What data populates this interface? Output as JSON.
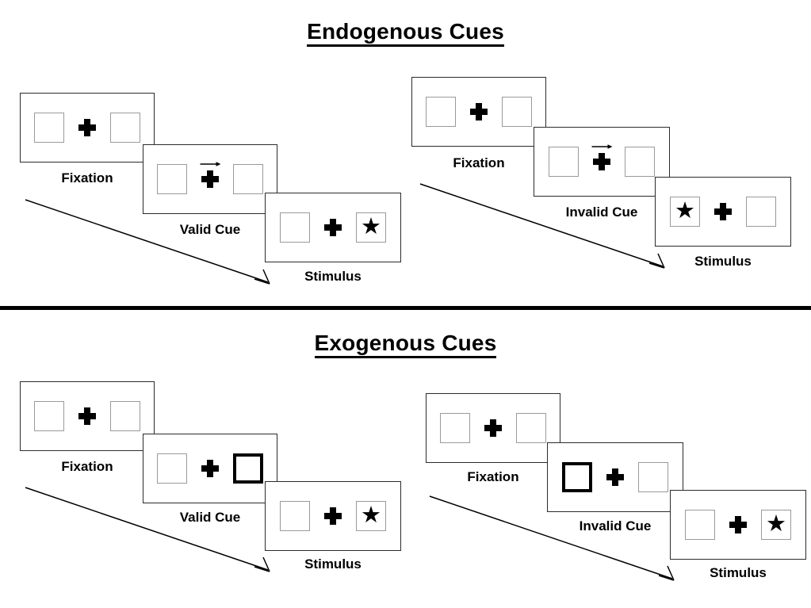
{
  "figure": {
    "kind": "posner-cueing-paradigm-diagram",
    "divider_color": "#000000",
    "box_border_color": "#9a9a9a",
    "flash_border_color": "#000000",
    "panel_border_color": "#2b2b2b"
  },
  "sections": [
    {
      "title": "Endogenous Cues",
      "columns": [
        {
          "name": "valid",
          "panels": [
            {
              "label": "Fixation",
              "left_box": {
                "state": "normal",
                "content": ""
              },
              "right_box": {
                "state": "normal",
                "content": ""
              },
              "center": {
                "plus": true,
                "arrow": false
              }
            },
            {
              "label": "Valid Cue",
              "left_box": {
                "state": "normal",
                "content": ""
              },
              "right_box": {
                "state": "normal",
                "content": ""
              },
              "center": {
                "plus": true,
                "arrow": true,
                "arrow_direction": "right"
              }
            },
            {
              "label": "Stimulus",
              "left_box": {
                "state": "normal",
                "content": ""
              },
              "right_box": {
                "state": "normal",
                "content": "★"
              },
              "center": {
                "plus": true,
                "arrow": false
              }
            }
          ]
        },
        {
          "name": "invalid",
          "panels": [
            {
              "label": "Fixation",
              "left_box": {
                "state": "normal",
                "content": ""
              },
              "right_box": {
                "state": "normal",
                "content": ""
              },
              "center": {
                "plus": true,
                "arrow": false
              }
            },
            {
              "label": "Invalid Cue",
              "left_box": {
                "state": "normal",
                "content": ""
              },
              "right_box": {
                "state": "normal",
                "content": ""
              },
              "center": {
                "plus": true,
                "arrow": true,
                "arrow_direction": "right"
              }
            },
            {
              "label": "Stimulus",
              "left_box": {
                "state": "normal",
                "content": "★"
              },
              "right_box": {
                "state": "normal",
                "content": ""
              },
              "center": {
                "plus": true,
                "arrow": false
              }
            }
          ]
        }
      ]
    },
    {
      "title": "Exogenous Cues",
      "columns": [
        {
          "name": "valid",
          "panels": [
            {
              "label": "Fixation",
              "left_box": {
                "state": "normal",
                "content": ""
              },
              "right_box": {
                "state": "normal",
                "content": ""
              },
              "center": {
                "plus": true,
                "arrow": false
              }
            },
            {
              "label": "Valid Cue",
              "left_box": {
                "state": "normal",
                "content": ""
              },
              "right_box": {
                "state": "flash",
                "content": ""
              },
              "center": {
                "plus": true,
                "arrow": false
              }
            },
            {
              "label": "Stimulus",
              "left_box": {
                "state": "normal",
                "content": ""
              },
              "right_box": {
                "state": "normal",
                "content": "★"
              },
              "center": {
                "plus": true,
                "arrow": false
              }
            }
          ]
        },
        {
          "name": "invalid",
          "panels": [
            {
              "label": "Fixation",
              "left_box": {
                "state": "normal",
                "content": ""
              },
              "right_box": {
                "state": "normal",
                "content": ""
              },
              "center": {
                "plus": true,
                "arrow": false
              }
            },
            {
              "label": "Invalid Cue",
              "left_box": {
                "state": "flash",
                "content": ""
              },
              "right_box": {
                "state": "normal",
                "content": ""
              },
              "center": {
                "plus": true,
                "arrow": false
              }
            },
            {
              "label": "Stimulus",
              "left_box": {
                "state": "normal",
                "content": ""
              },
              "right_box": {
                "state": "normal",
                "content": "★"
              },
              "center": {
                "plus": true,
                "arrow": false
              }
            }
          ]
        }
      ]
    }
  ]
}
